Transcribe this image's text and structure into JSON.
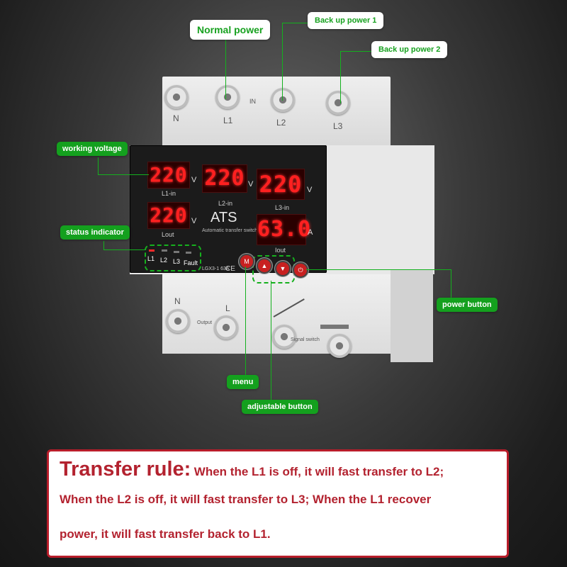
{
  "callouts": {
    "normal_power": "Normal power",
    "backup1": "Back up power 1",
    "backup2": "Back up power 2",
    "working_voltage": "working voltage",
    "status_indicator": "status indicator",
    "power_button": "power button",
    "menu": "menu",
    "adjustable_button": "adjustable button"
  },
  "terminals_top": {
    "n": "N",
    "l1": "L1",
    "in": "IN",
    "l2": "L2",
    "l3": "L3"
  },
  "terminals_bottom": {
    "n": "N",
    "l": "L",
    "output": "Output",
    "signal": "Signal switch"
  },
  "display": {
    "v1": "220",
    "v2": "220",
    "v3": "220",
    "vout": "220",
    "amps": "63.0",
    "l1_label": "L1-in",
    "l2_label": "L2-in",
    "l3_label": "L3-in",
    "lout_label": "Lout",
    "iout_label": "Iout",
    "unit_v": "V",
    "unit_a": "A",
    "brand": "ATS",
    "subtitle": "Automatic transfer switch",
    "model": "LGX3-1 63A",
    "ce": "CE"
  },
  "indicators": [
    "L1",
    "L2",
    "L3",
    "Fault"
  ],
  "buttons": {
    "menu": "M",
    "up": "▲",
    "down": "▼",
    "power": "⏻"
  },
  "rule": {
    "title": "Transfer rule:",
    "line1": "When the L1 is off, it will fast transfer to L2;",
    "line2": "When the L2 is off, it will fast transfer to L3; When the L1 recover",
    "line3": "power, it will fast transfer back to L1."
  }
}
